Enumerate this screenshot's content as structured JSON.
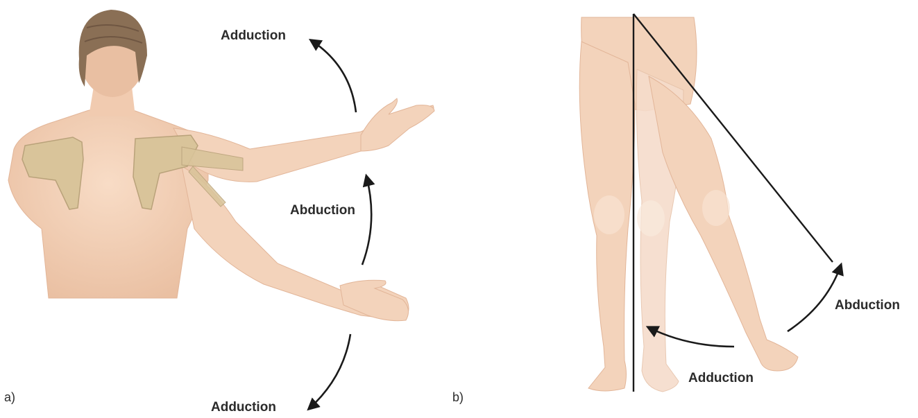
{
  "panel_a": {
    "label": "a)",
    "arrow_top_label": "Adduction",
    "arrow_middle_label": "Abduction",
    "arrow_bottom_label": "Adduction"
  },
  "panel_b": {
    "label": "b)",
    "arrow_right_label": "Abduction",
    "arrow_bottom_label": "Adduction"
  },
  "colors": {
    "skin": "#f3d3bb",
    "skin_shadow": "#e2b598",
    "bone": "#d9c49a",
    "hair": "#8a6f55",
    "arrow": "#1a1a1a"
  }
}
